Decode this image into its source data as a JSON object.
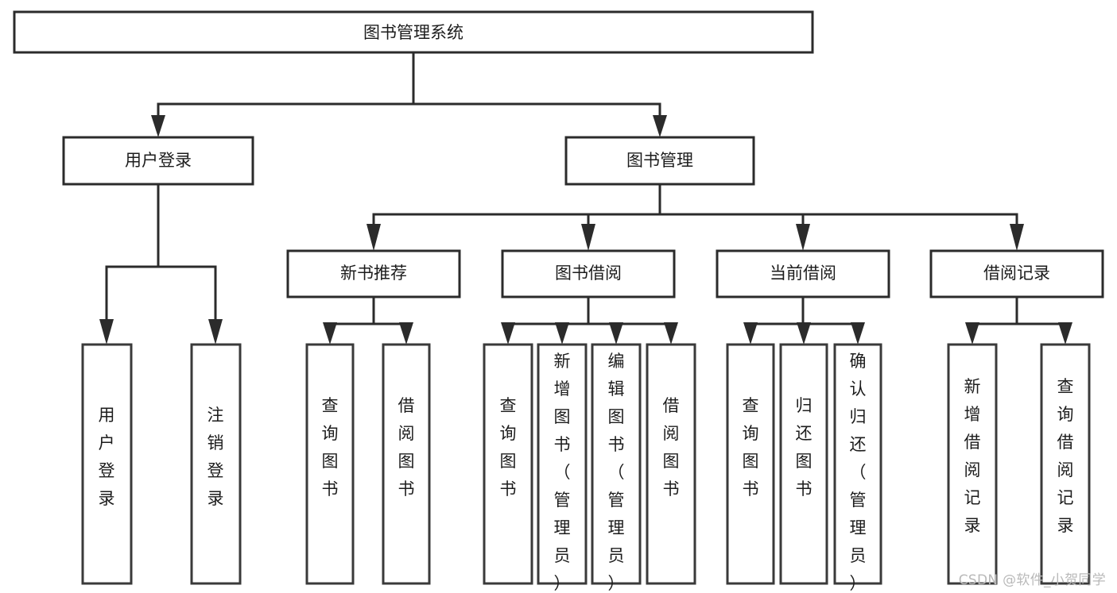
{
  "diagram": {
    "title": "图书管理系统",
    "type": "function-tree",
    "watermark": "CSDN @软件_小贺同学",
    "colors": {
      "box_stroke": "#2b2b2b",
      "box_fill": "#ffffff",
      "connector": "#2b2b2b",
      "text": "#1c1c1c",
      "watermark": "#b9b9b9",
      "background": "#ffffff"
    },
    "root": {
      "id": "root",
      "label": "图书管理系统"
    },
    "level2": [
      {
        "id": "user-login",
        "label": "用户登录"
      },
      {
        "id": "book-manage",
        "label": "图书管理"
      }
    ],
    "level3": [
      {
        "id": "new-book-recommend",
        "label": "新书推荐",
        "parent": "book-manage"
      },
      {
        "id": "book-borrow",
        "label": "图书借阅",
        "parent": "book-manage"
      },
      {
        "id": "current-borrow",
        "label": "当前借阅",
        "parent": "book-manage"
      },
      {
        "id": "borrow-record",
        "label": "借阅记录",
        "parent": "book-manage"
      }
    ],
    "leaves": {
      "user-login": [
        {
          "id": "leaf-user-login",
          "label": "用户登录"
        },
        {
          "id": "leaf-user-logout",
          "label": "注销登录"
        }
      ],
      "new-book-recommend": [
        {
          "id": "leaf-query-book-1",
          "label": "查询图书"
        },
        {
          "id": "leaf-borrow-book-1",
          "label": "借阅图书"
        }
      ],
      "book-borrow": [
        {
          "id": "leaf-query-book-2",
          "label": "查询图书"
        },
        {
          "id": "leaf-add-book",
          "label": "新增图书（管理员）"
        },
        {
          "id": "leaf-edit-book",
          "label": "编辑图书（管理员）"
        },
        {
          "id": "leaf-borrow-book-2",
          "label": "借阅图书"
        }
      ],
      "current-borrow": [
        {
          "id": "leaf-query-book-3",
          "label": "查询图书"
        },
        {
          "id": "leaf-return-book",
          "label": "归还图书"
        },
        {
          "id": "leaf-confirm-return",
          "label": "确认归还（管理员）"
        }
      ],
      "borrow-record": [
        {
          "id": "leaf-add-record",
          "label": "新增借阅记录"
        },
        {
          "id": "leaf-query-record",
          "label": "查询借阅记录"
        }
      ]
    }
  }
}
